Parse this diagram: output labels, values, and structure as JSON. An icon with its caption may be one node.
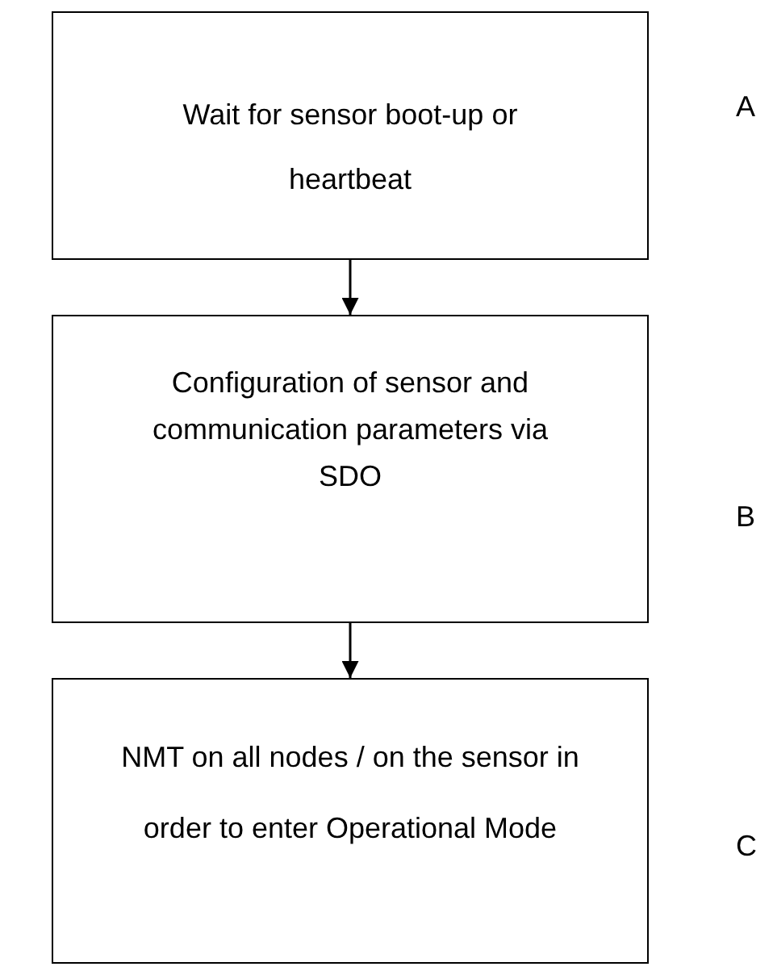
{
  "diagram": {
    "nodes": [
      {
        "text": [
          "Wait for sensor boot-up or heartbeat"
        ],
        "beside": [
          "A"
        ]
      },
      {
        "text": [
          "Configuration of sensor and communication parameters via SDO"
        ],
        "beside": [
          "B"
        ]
      },
      {
        "text": [
          "NMT on all nodes / on the sensor in order to enter Operational Mode"
        ],
        "beside": [
          "C"
        ]
      }
    ],
    "edges": [
      {
        "from": 0,
        "to": 1,
        "arrow": "to"
      },
      {
        "from": 1,
        "to": 2,
        "arrow": "to"
      }
    ]
  }
}
